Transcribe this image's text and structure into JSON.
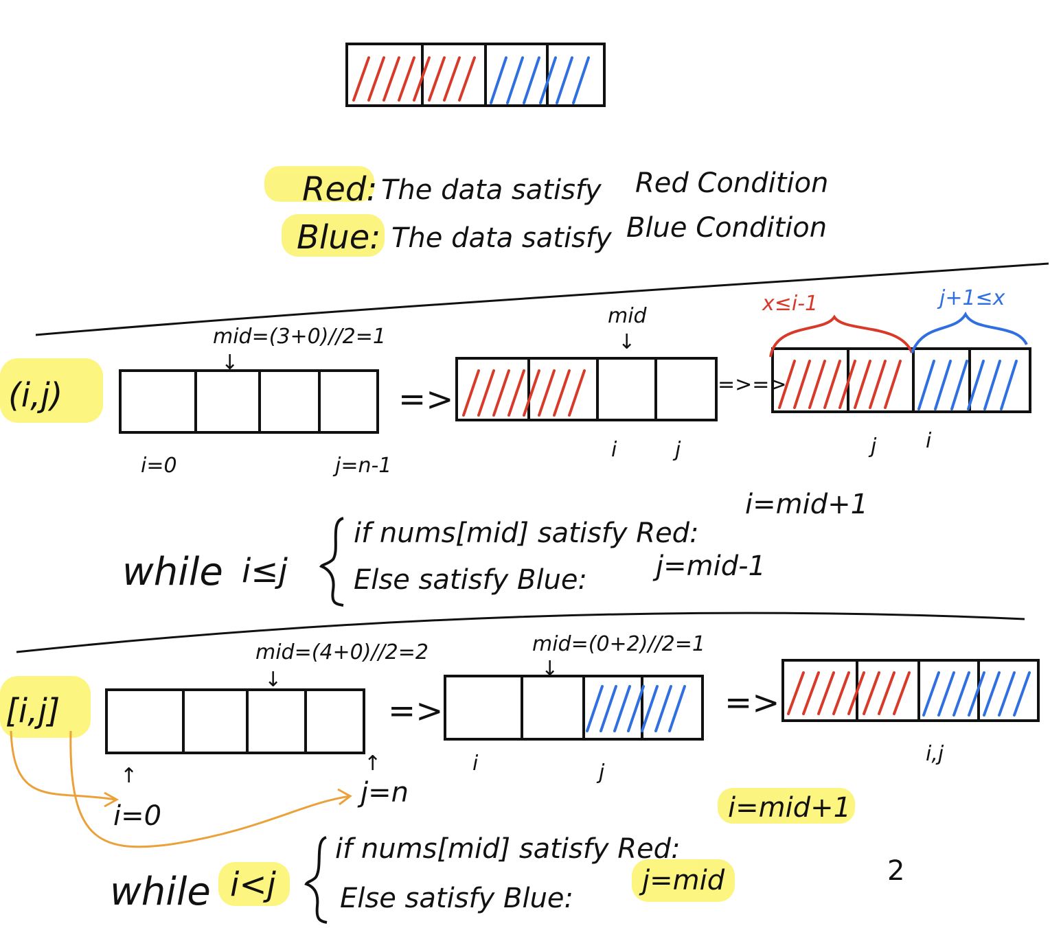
{
  "colors": {
    "red": "#d83a2a",
    "blue": "#2f6fe0",
    "highlight": "#fbf36a",
    "orange": "#eba13a",
    "ink": "#111111"
  },
  "legend": {
    "red_label": "Red:",
    "red_text": "The data satisfy",
    "red_condition": "Red Condition",
    "blue_label": "Blue:",
    "blue_text": "The data satisfy",
    "blue_condition": "Blue Condition"
  },
  "section1": {
    "range": "(i,j)",
    "mid1": "mid=(3+0)//2=1",
    "i0": "i=0",
    "jn": "j=n-1",
    "arrow1": "=>",
    "mid2": "mid",
    "i_label": "i",
    "j_label": "j",
    "arrow2": "=>=>",
    "red_bound": "x≤i-1",
    "blue_bound": "j+1≤x",
    "j_end": "j",
    "i_end": "i",
    "loop": "while",
    "cond": "i≤j",
    "if_line": "if nums[mid] satisfy Red:",
    "if_update": "i=mid+1",
    "else_line": "Else satisfy Blue:",
    "else_update": "j=mid-1"
  },
  "section2": {
    "range": "[i,j]",
    "mid1": "mid=(4+0)//2=2",
    "i0": "i=0",
    "jn": "j=n",
    "arrow1": "=>",
    "mid2": "mid=(0+2)//2=1",
    "i_label": "i",
    "j_label": "j",
    "arrow2": "=>",
    "ij_label": "i,j",
    "loop": "while",
    "cond": "i<j",
    "if_line": "if nums[mid] satisfy Red:",
    "if_update": "i=mid+1",
    "else_line": "Else satisfy Blue:",
    "else_update": "j=mid",
    "page_number": "2"
  }
}
